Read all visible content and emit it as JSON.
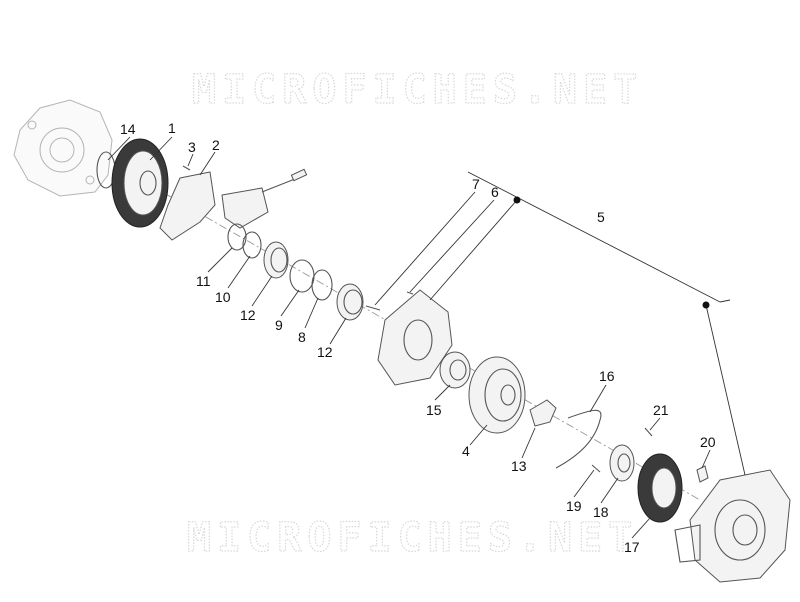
{
  "watermark": {
    "top_text": "MICROFICHES.NET",
    "bottom_text": "MICROFICHES.NET"
  },
  "callouts": {
    "c1": "1",
    "c2": "2",
    "c3": "3",
    "c4": "4",
    "c5": "5",
    "c6": "6",
    "c7": "7",
    "c8": "8",
    "c9": "9",
    "c10": "10",
    "c11": "11",
    "c12a": "12",
    "c12b": "12",
    "c13": "13",
    "c14": "14",
    "c15": "15",
    "c16": "16",
    "c17": "17",
    "c18": "18",
    "c19": "19",
    "c20": "20",
    "c21": "21"
  }
}
